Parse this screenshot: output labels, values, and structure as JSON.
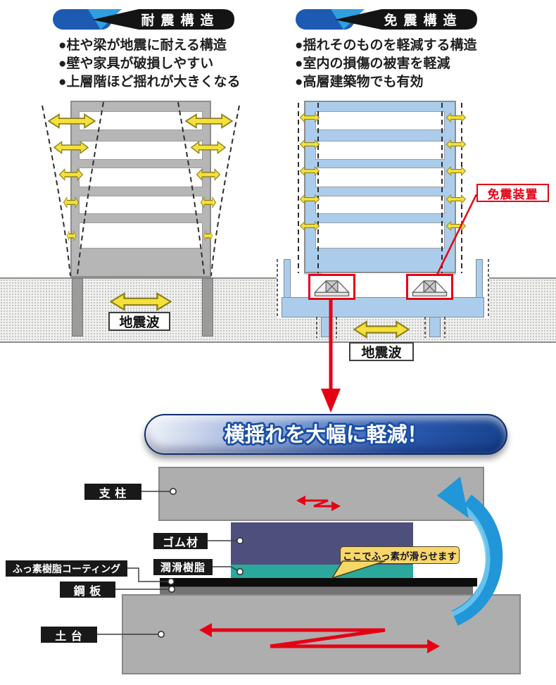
{
  "taishin": {
    "title": "耐震構造",
    "bullets": [
      "●柱や梁が地震に耐える構造",
      "●壁や家具が破損しやすい",
      "●上層階ほど揺れが大きくなる"
    ],
    "wave_label": "地震波"
  },
  "menshin": {
    "title": "免震構造",
    "bullets": [
      "●揺れそのものを軽減する構造",
      "●室内の損傷の被害を軽減",
      "●高層建築物でも有効"
    ],
    "wave_label": "地震波",
    "device_label": "免震装置"
  },
  "banner": {
    "text": "横揺れを大幅に軽減！"
  },
  "detail": {
    "pillar": "支 柱",
    "rubber": "ゴム材",
    "fluoro_coating": "ふっ素樹脂コーティング",
    "lubricant": "潤滑樹脂",
    "steel_plate": "鋼 板",
    "base": "土 台",
    "callout": "ここでふっ素が滑らせます"
  },
  "colors": {
    "accent_red": "#e60014",
    "arrow_yellow": "#f4e13a",
    "building_gray": "#b6b6b6",
    "building_blue": "#abcdeb",
    "banner_blue": "#1b4fa4",
    "rubber_purple": "#4f4f7e",
    "lubricant_teal": "#2aa89b",
    "coating_black": "#0d0d0d",
    "steel_gray": "#747474",
    "block_gray": "#aeaeae",
    "callout_yellow": "#f7d768"
  }
}
